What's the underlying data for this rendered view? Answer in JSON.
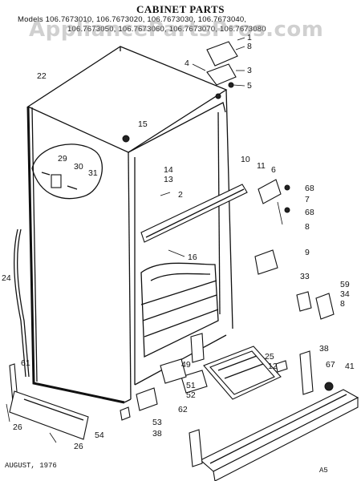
{
  "header": {
    "title": "CABINET PARTS",
    "models_line1": "Models 106.7673010, 106.7673020, 106.7673030, 106.7673040,",
    "models_line2": "106.7673050, 106.7673060, 106.7673070, 106.7673080",
    "watermark": "AppliancePartsPros.com"
  },
  "footer": {
    "date": "AUGUST, 1976",
    "code": "A5"
  },
  "callouts": [
    "1",
    "2",
    "3",
    "4",
    "5",
    "6",
    "7",
    "8",
    "8",
    "8",
    "9",
    "10",
    "11",
    "12",
    "13",
    "14",
    "15",
    "16",
    "22",
    "24",
    "25",
    "26",
    "26",
    "29",
    "30",
    "31",
    "33",
    "34",
    "38",
    "38",
    "41",
    "49",
    "51",
    "52",
    "53",
    "54",
    "59",
    "61",
    "62",
    "67",
    "68",
    "68"
  ]
}
